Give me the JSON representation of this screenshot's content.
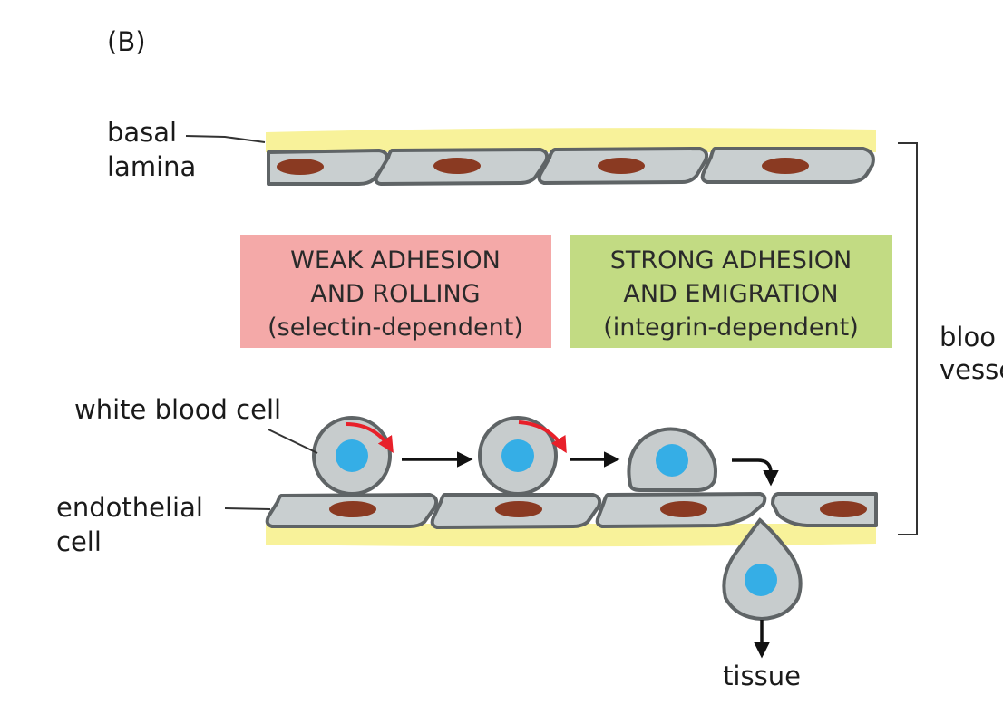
{
  "panel_label": "(B)",
  "labels": {
    "basal_lamina_line1": "basal",
    "basal_lamina_line2": "lamina",
    "white_blood_cell": "white blood cell",
    "endothelial_line1": "endothelial",
    "endothelial_line2": "cell",
    "blood_vessel_line1": "bloo",
    "blood_vessel_line2": "vesse",
    "tissue": "tissue"
  },
  "boxes": {
    "weak": {
      "line1": "WEAK ADHESION",
      "line2": "AND ROLLING",
      "line3": "(selectin-dependent)",
      "color": "#f4a9a8"
    },
    "strong": {
      "line1": "STRONG ADHESION",
      "line2": "AND EMIGRATION",
      "line3": "(integrin-dependent)",
      "color": "#c2db83"
    }
  },
  "colors": {
    "basal_lamina": "#f8f29a",
    "endothelial_cell": "#c9cfd0",
    "cell_outline": "#5f6466",
    "endothelial_nucleus": "#8a3a22",
    "wbc_nucleus": "#35aee6",
    "rolling_arrow": "#e8202a"
  }
}
